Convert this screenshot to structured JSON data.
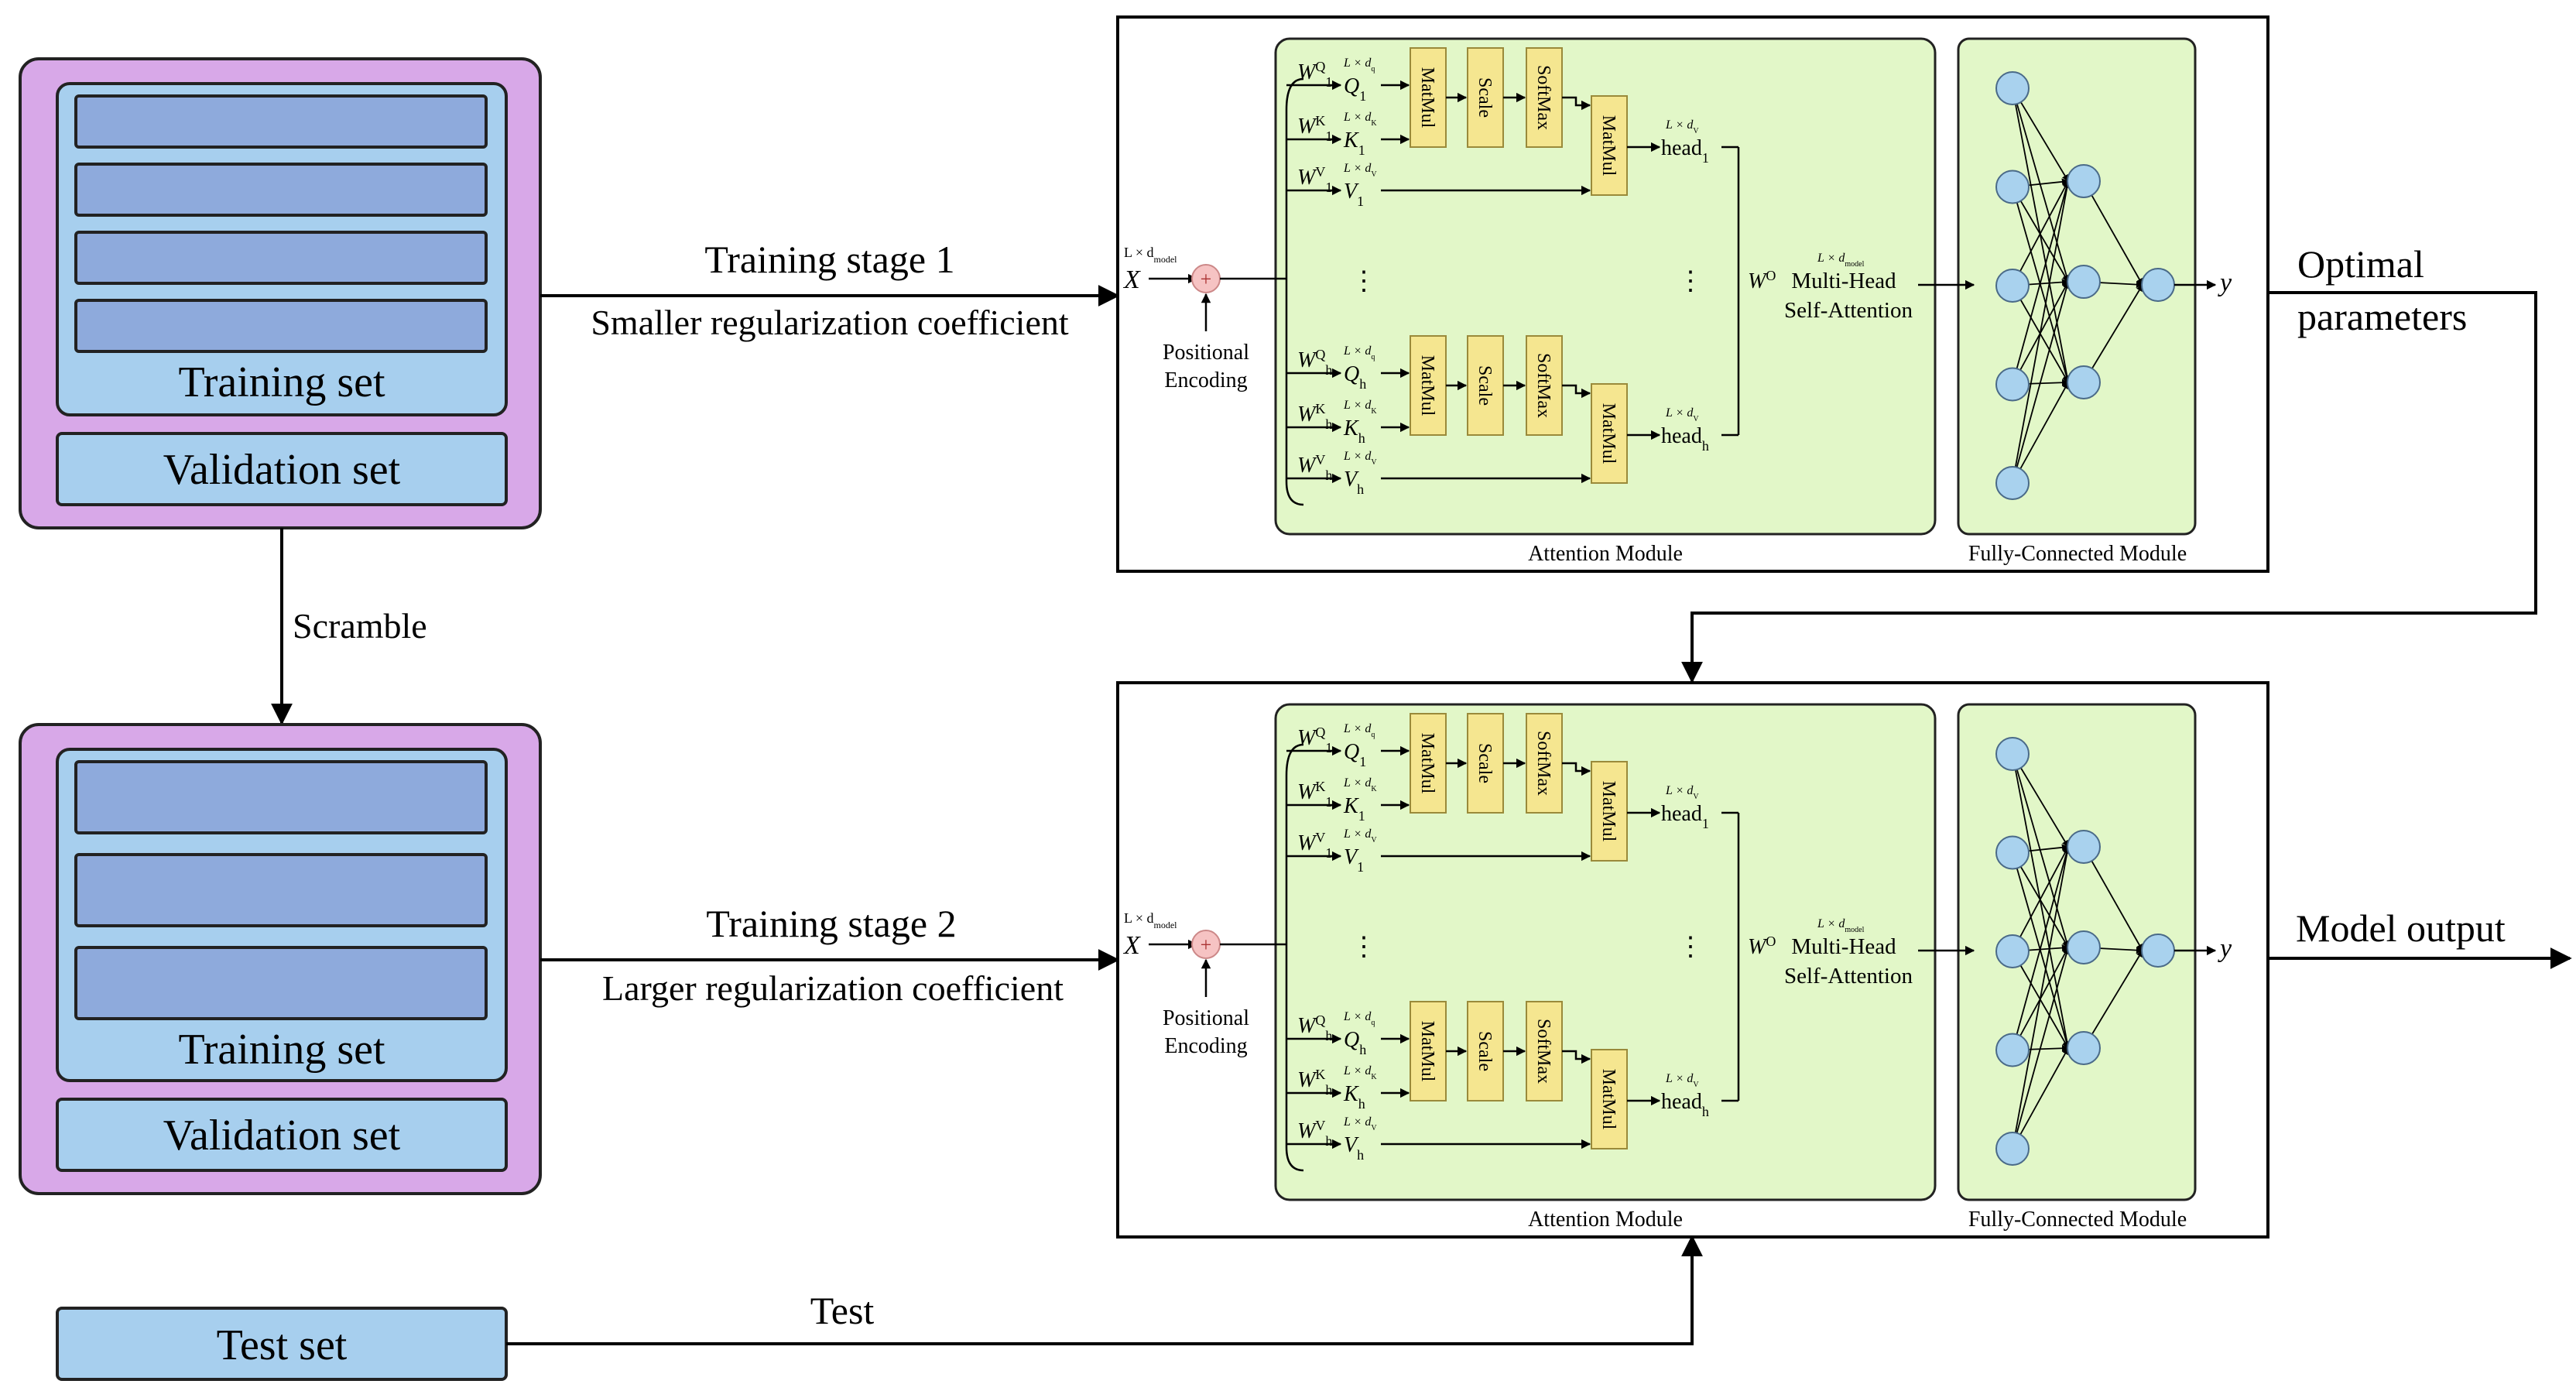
{
  "colors": {
    "dataset_outer": "#d8a8e8",
    "dataset_border": "#222222",
    "set_fill": "#a7cfee",
    "bar_fill": "#8eaadc",
    "module_fill": "#e2f7c8",
    "op_fill": "#f5e690",
    "op_border": "#9a8a3a",
    "neuron_fill": "#a9d2ee",
    "plus_fill": "#f6c3c3"
  },
  "datasets": {
    "training_set": "Training set",
    "validation_set": "Validation set",
    "test_set": "Test set"
  },
  "flow": {
    "scramble": "Scramble",
    "stage1_title": "Training stage 1",
    "stage1_sub": "Smaller regularization coefficient",
    "stage2_title": "Training stage 2",
    "stage2_sub": "Larger regularization coefficient",
    "optimal_line1": "Optimal",
    "optimal_line2": "parameters",
    "model_output": "Model output",
    "test": "Test"
  },
  "model": {
    "input_var": "X",
    "input_dim": "L × d",
    "input_dim_sub": "model",
    "pos_enc_line1": "Positional",
    "pos_enc_line2": "Encoding",
    "plus": "+",
    "dots": "⋮",
    "ops": {
      "matmul": "MatMul",
      "scale": "Scale",
      "softmax": "SoftMax"
    },
    "heads": [
      {
        "wq": "W",
        "wq_sup": "Q",
        "wq_sub": "1",
        "q": "Q",
        "q_sub": "1",
        "q_dim": "L × d",
        "q_dim_sub": "q",
        "wk": "W",
        "wk_sup": "K",
        "wk_sub": "1",
        "k": "K",
        "k_sub": "1",
        "k_dim": "L × d",
        "k_dim_sub": "K",
        "wv": "W",
        "wv_sup": "V",
        "wv_sub": "1",
        "v": "V",
        "v_sub": "1",
        "v_dim": "L × d",
        "v_dim_sub": "V",
        "head": "head",
        "head_sub": "1",
        "head_dim": "L × d",
        "head_dim_sub": "V"
      },
      {
        "wq": "W",
        "wq_sup": "Q",
        "wq_sub": "h",
        "q": "Q",
        "q_sub": "h",
        "q_dim": "L × d",
        "q_dim_sub": "q",
        "wk": "W",
        "wk_sup": "K",
        "wk_sub": "h",
        "k": "K",
        "k_sub": "h",
        "k_dim": "L × d",
        "k_dim_sub": "K",
        "wv": "W",
        "wv_sup": "V",
        "wv_sub": "h",
        "v": "V",
        "v_sub": "h",
        "v_dim": "L × d",
        "v_dim_sub": "V",
        "head": "head",
        "head_sub": "h",
        "head_dim": "L × d",
        "head_dim_sub": "V"
      }
    ],
    "wo": "W",
    "wo_sup": "O",
    "mha_dim": "L × d",
    "mha_dim_sub": "model",
    "mha_line1": "Multi-Head",
    "mha_line2": "Self-Attention",
    "attention_label": "Attention Module",
    "fc_label": "Fully-Connected Module",
    "output_var": "y",
    "fc_layers": [
      5,
      3,
      1
    ]
  }
}
